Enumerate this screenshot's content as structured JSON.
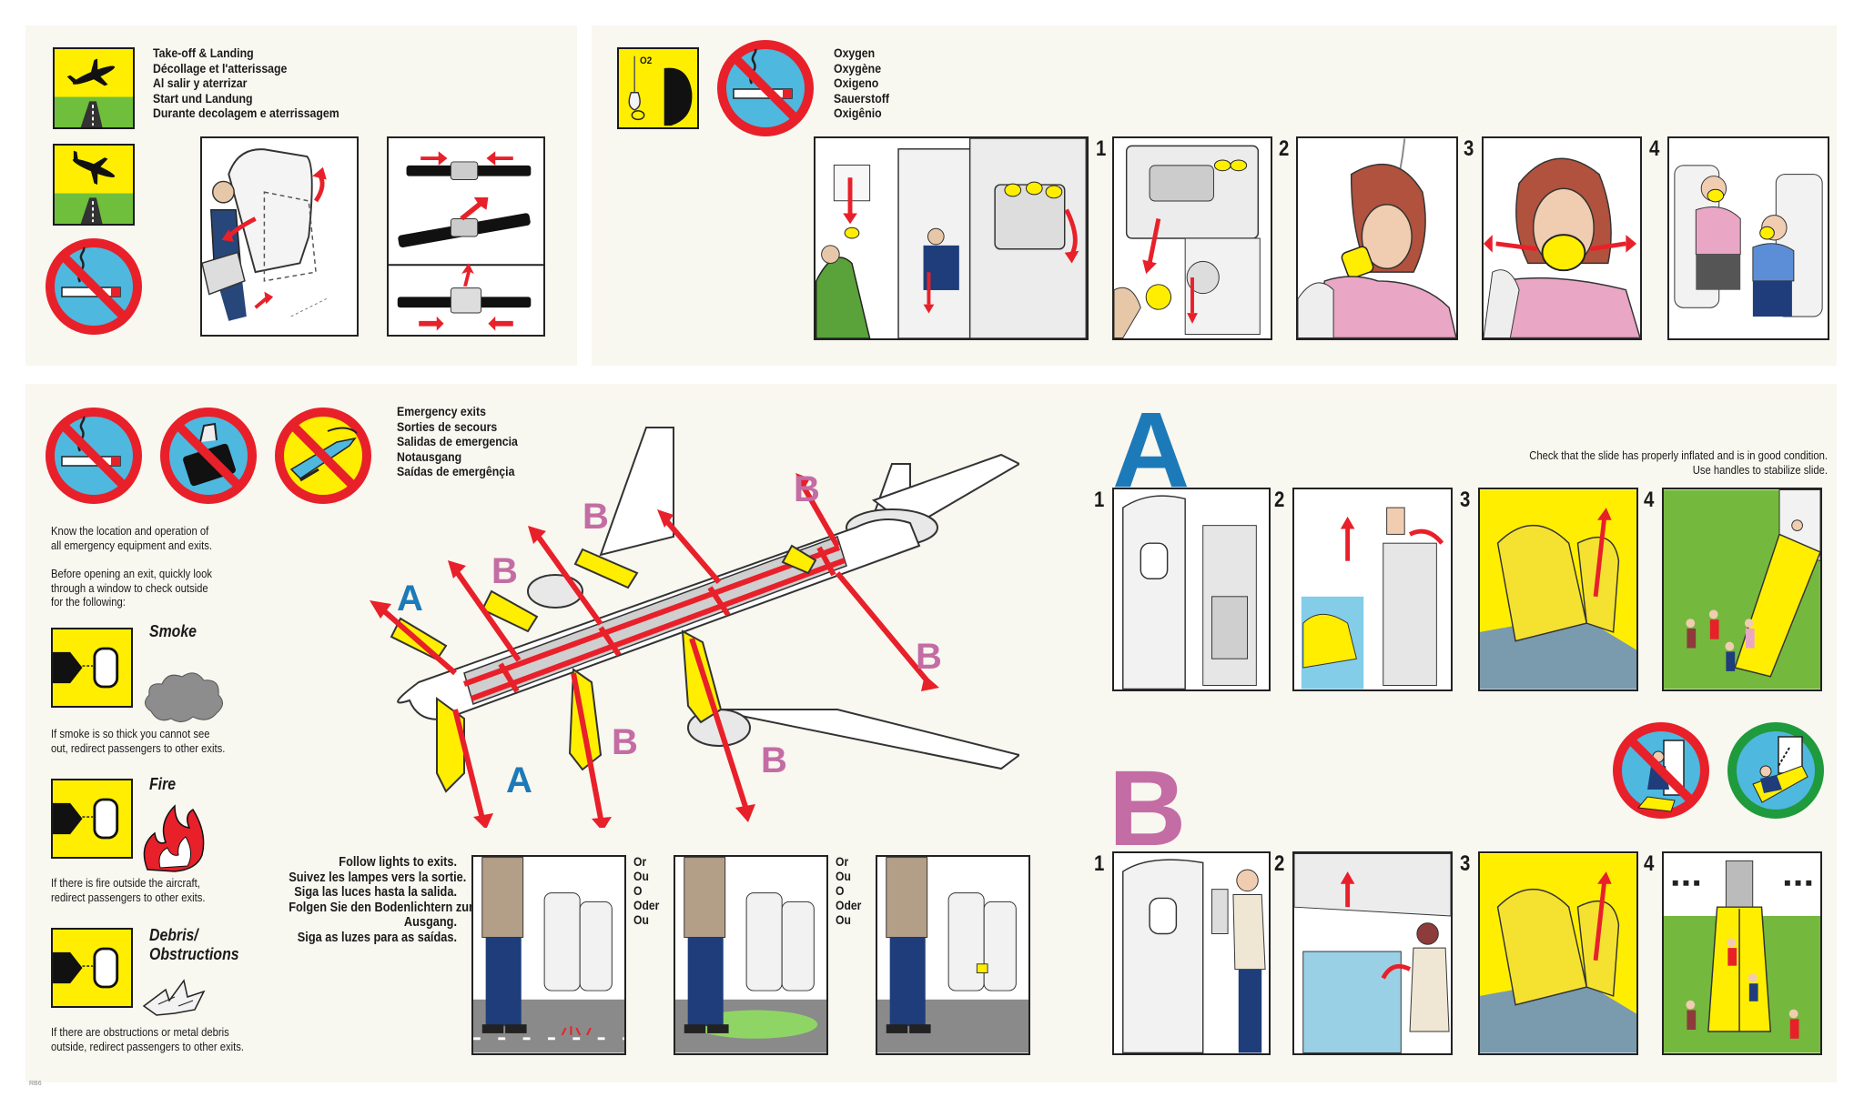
{
  "colors": {
    "panel_bg": "#f8f7f0",
    "sign_yellow": "#ffee00",
    "sign_green": "#6fbf3c",
    "prohibit_red": "#e8202a",
    "sky_blue": "#4eb8df",
    "arrow_red": "#e8202a",
    "label_a_blue": "#1d7ab8",
    "label_b_pink": "#c46ca4",
    "allowed_green": "#1f9a3c"
  },
  "takeoff": {
    "title_lines": [
      "Take-off & Landing",
      "Décollage et l'atterissage",
      "Al salir y aterrizar",
      "Start und Landung",
      "Durante decolagem e aterrissagem"
    ],
    "icons": [
      "takeoff-plane-icon",
      "landing-plane-icon",
      "no-smoking-icon",
      "seat-upright-icon",
      "seatbelt-icon"
    ]
  },
  "oxygen": {
    "title_lines": [
      "Oxygen",
      "Oxygène",
      "Oxigeno",
      "Sauerstoff",
      "Oxigênio"
    ],
    "o2_badge": "O2",
    "steps": [
      "1",
      "2",
      "3",
      "4"
    ]
  },
  "emergency": {
    "title_lines": [
      "Emergency exits",
      "Sorties de secours",
      "Salidas de emergencia",
      "Notausgang",
      "Saídas de emergênçia"
    ],
    "intro_lines": [
      "Know the location and operation of",
      "all emergency equipment and exits."
    ],
    "before_lines": [
      "Before opening an exit, quickly look",
      "through a window to check outside",
      "for the following:"
    ],
    "smoke": {
      "title": "Smoke",
      "text_lines": [
        "If smoke is so thick you cannot see",
        "out, redirect passengers to other exits."
      ]
    },
    "fire": {
      "title": "Fire",
      "text_lines": [
        "If there is fire outside the aircraft,",
        "redirect passengers to other exits."
      ]
    },
    "debris": {
      "title_lines": [
        "Debris/",
        "Obstructions"
      ],
      "text_lines": [
        "If there are obstructions or metal debris",
        "outside, redirect passengers to other exits."
      ]
    },
    "exit_labels": {
      "a": "A",
      "b": "B"
    },
    "follow_lines": [
      "Follow lights to exits.",
      "Suivez les lampes vers la sortie.",
      "Siga las luces hasta la salida.",
      "Folgen Sie den Bodenlichtern zum",
      "Ausgang.",
      "Siga as luzes para as saídas."
    ],
    "or_lines": [
      "Or",
      "Ou",
      "O",
      "Oder",
      "Ou"
    ]
  },
  "door_a": {
    "letter": "A",
    "check_lines": [
      "Check that the slide has properly inflated and is in good condition.",
      "Use handles to stabilize slide."
    ],
    "steps": [
      "1",
      "2",
      "3",
      "4"
    ]
  },
  "door_b": {
    "letter": "B",
    "steps": [
      "1",
      "2",
      "3",
      "4"
    ]
  },
  "card_code": "RB6"
}
